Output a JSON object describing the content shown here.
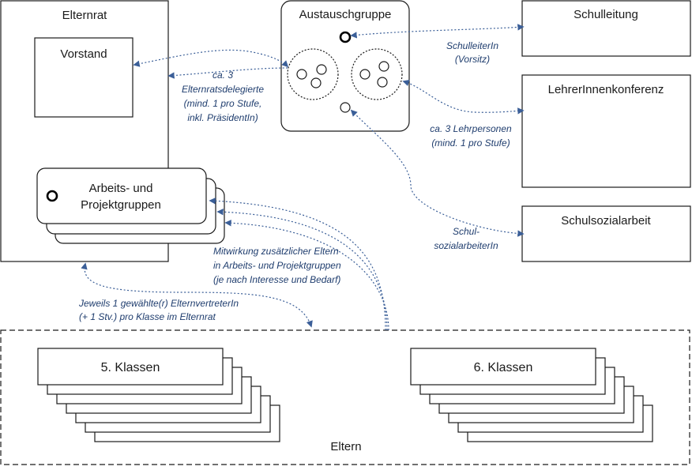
{
  "nodes": {
    "elternrat": "Elternrat",
    "vorstand": "Vorstand",
    "austauschgruppe": "Austauschgruppe",
    "schulleitung": "Schulleitung",
    "lehrerkonferenz": "LehrerInnenkonferenz",
    "schulsozialarbeit": "Schulsozialarbeit",
    "arbeitsgruppen": [
      "Arbeits- und",
      "Projektgruppen"
    ],
    "klassen5": "5. Klassen",
    "klassen6": "6. Klassen",
    "eltern": "Eltern"
  },
  "notes": {
    "delegates": [
      "ca. 3",
      "Elternratsdelegierte",
      "(mind. 1 pro Stufe,",
      "inkl. PräsidentIn)"
    ],
    "schulleiter": [
      "SchulleiterIn",
      "(Vorsitz)"
    ],
    "lehrpersonen": [
      "ca. 3 Lehrpersonen",
      "(mind. 1 pro Stufe)"
    ],
    "sozialarbeiter": [
      "Schul-",
      "sozialarbeiterIn"
    ],
    "mitwirkung": [
      "Mitwirkung zusätzlicher Eltern",
      "in Arbeits- und Projektgruppen",
      "(je nach Interesse und Bedarf)"
    ],
    "vertreter": [
      "Jeweils 1 gewählte(r) ElternvertreterIn",
      "(+ 1 Stv.) pro Klasse im Elternrat"
    ]
  },
  "colors": {
    "connector": "#3b5f98",
    "note_text": "#1f3d6e",
    "border": "#1a1a1a"
  }
}
